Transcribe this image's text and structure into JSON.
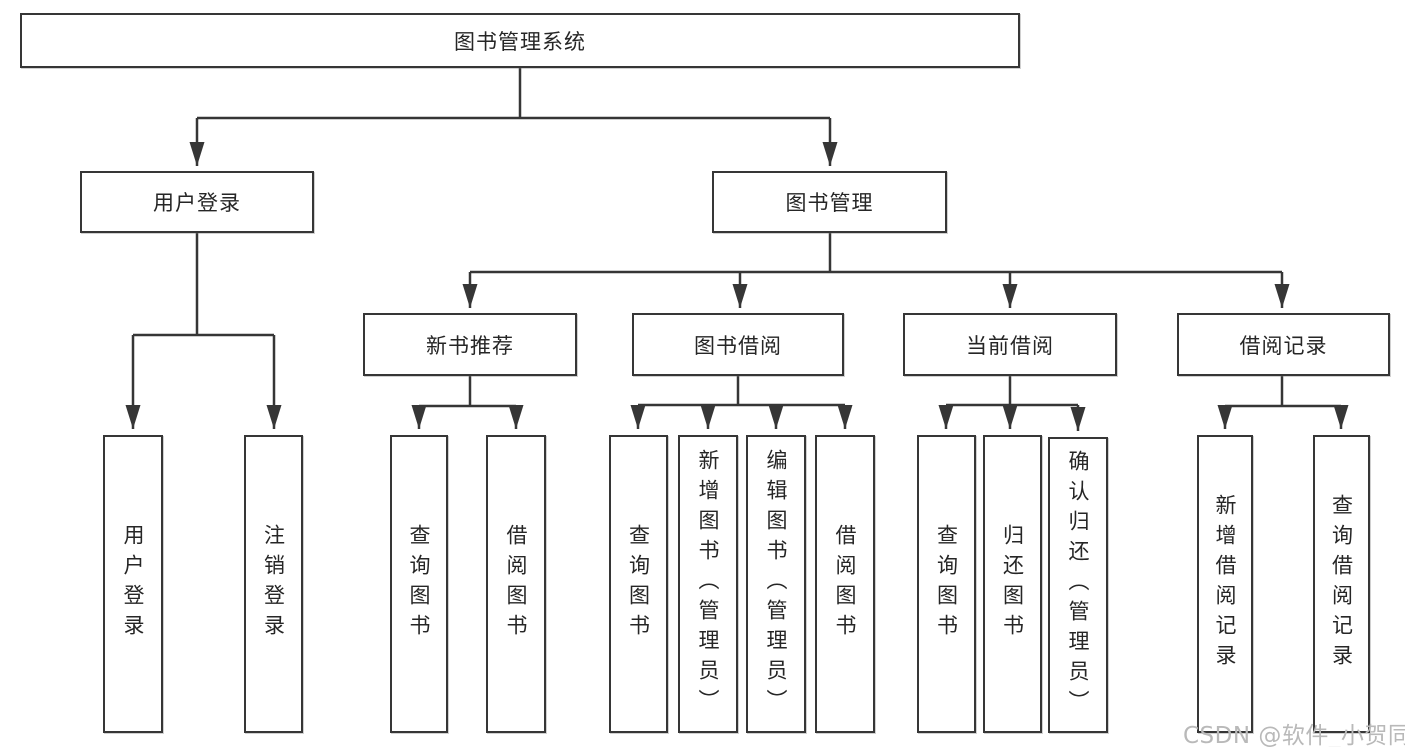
{
  "tree": {
    "label": "图书管理系统",
    "children": [
      {
        "label": "用户登录",
        "children": [
          {
            "label": "用户登录"
          },
          {
            "label": "注销登录"
          }
        ]
      },
      {
        "label": "图书管理",
        "children": [
          {
            "label": "新书推荐",
            "children": [
              {
                "label": "查询图书"
              },
              {
                "label": "借阅图书"
              }
            ]
          },
          {
            "label": "图书借阅",
            "children": [
              {
                "label": "查询图书"
              },
              {
                "label": "新增图书（管理员）"
              },
              {
                "label": "编辑图书（管理员）"
              },
              {
                "label": "借阅图书"
              }
            ]
          },
          {
            "label": "当前借阅",
            "children": [
              {
                "label": "查询图书"
              },
              {
                "label": "归还图书"
              },
              {
                "label": "确认归还（管理员）"
              }
            ]
          },
          {
            "label": "借阅记录",
            "children": [
              {
                "label": "新增借阅记录"
              },
              {
                "label": "查询借阅记录"
              }
            ]
          }
        ]
      }
    ]
  },
  "watermark": {
    "text": "CSDN @软件_小贺同学"
  },
  "colors": {
    "line": "#363636",
    "box_border": "#363636",
    "text": "#262626",
    "background": "#ffffff",
    "watermark": "#b9b9b9"
  }
}
